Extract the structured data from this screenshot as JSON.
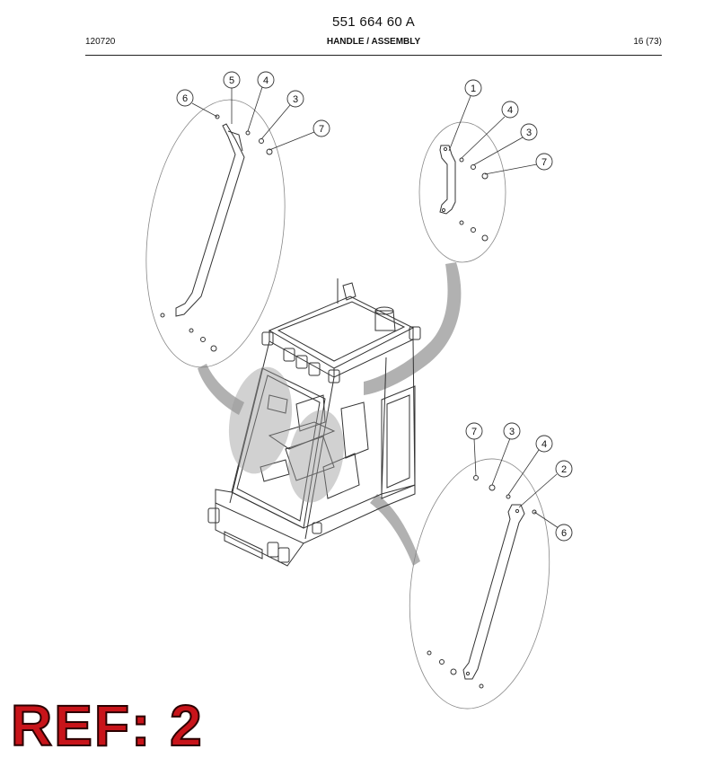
{
  "header": {
    "doc_number": "551 664 60 A",
    "code": "120720",
    "title": "HANDLE / ASSEMBLY",
    "page": "16 (73)"
  },
  "callouts": {
    "upper_left": [
      "6",
      "5",
      "4",
      "3",
      "7"
    ],
    "upper_right": [
      "1",
      "4",
      "3",
      "7"
    ],
    "lower_right": [
      "7",
      "3",
      "4",
      "2",
      "6"
    ]
  },
  "ref_label": "REF: 2"
}
